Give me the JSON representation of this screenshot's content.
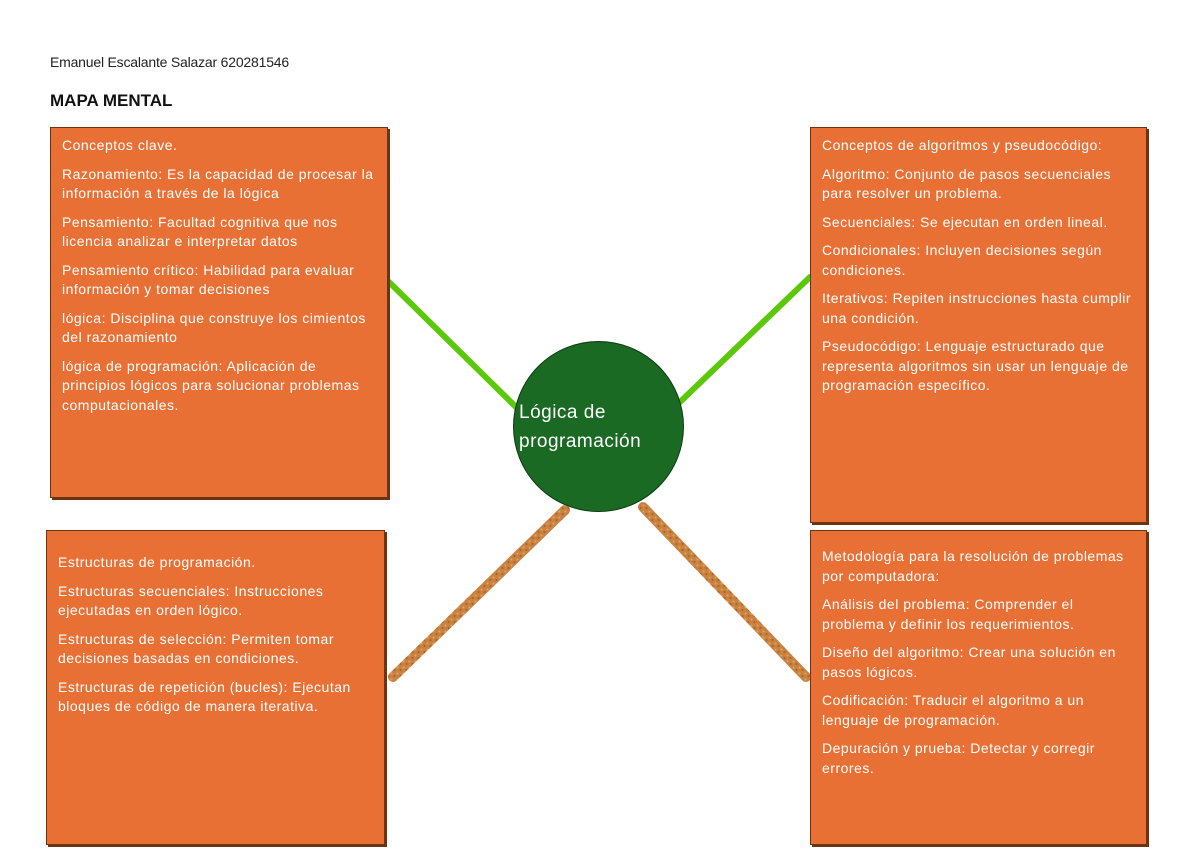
{
  "header": {
    "author": "Emanuel Escalante Salazar 620281546",
    "title": "MAPA MENTAL"
  },
  "center_node": {
    "line1": "Lógica de",
    "line2": "programación",
    "color": "#1a6a24"
  },
  "colors": {
    "box_fill": "#e87035",
    "box_border": "#6b3514",
    "green_connector": "#5cc80a",
    "brown_connector": "#c57a3c"
  },
  "branches": {
    "top_left": {
      "items": [
        "Conceptos clave.",
        "Razonamiento: Es la capacidad de procesar la información a través de la lógica",
        "Pensamiento: Facultad cognitiva que nos licencia analizar e interpretar datos",
        "Pensamiento crítico: Habilidad para evaluar información y tomar decisiones",
        "lógica: Disciplina que construye los cimientos del razonamiento",
        "lógica de programación: Aplicación de principios lógicos para solucionar problemas computacionales."
      ]
    },
    "top_right": {
      "items": [
        "Conceptos de algoritmos y pseudocódigo:",
        "Algoritmo: Conjunto de pasos secuenciales para resolver un problema.",
        "Secuenciales: Se ejecutan en orden lineal.",
        "Condicionales: Incluyen decisiones según condiciones.",
        "Iterativos: Repiten instrucciones hasta cumplir una condición.",
        "Pseudocódigo: Lenguaje estructurado que representa algoritmos sin usar un lenguaje de programación específico."
      ]
    },
    "bottom_left": {
      "items": [
        "Estructuras de programación.",
        "Estructuras secuenciales: Instrucciones ejecutadas en orden lógico.",
        "Estructuras de selección: Permiten tomar decisiones basadas en condiciones.",
        "Estructuras de repetición (bucles): Ejecutan bloques de código de manera iterativa."
      ]
    },
    "bottom_right": {
      "items": [
        "Metodología para la resolución de problemas por computadora:",
        "Análisis del problema: Comprender el problema y definir los requerimientos.",
        "Diseño del algoritmo: Crear una solución en pasos lógicos.",
        "Codificación: Traducir el algoritmo a un lenguaje de programación.",
        "Depuración y prueba: Detectar y corregir errores."
      ]
    }
  }
}
